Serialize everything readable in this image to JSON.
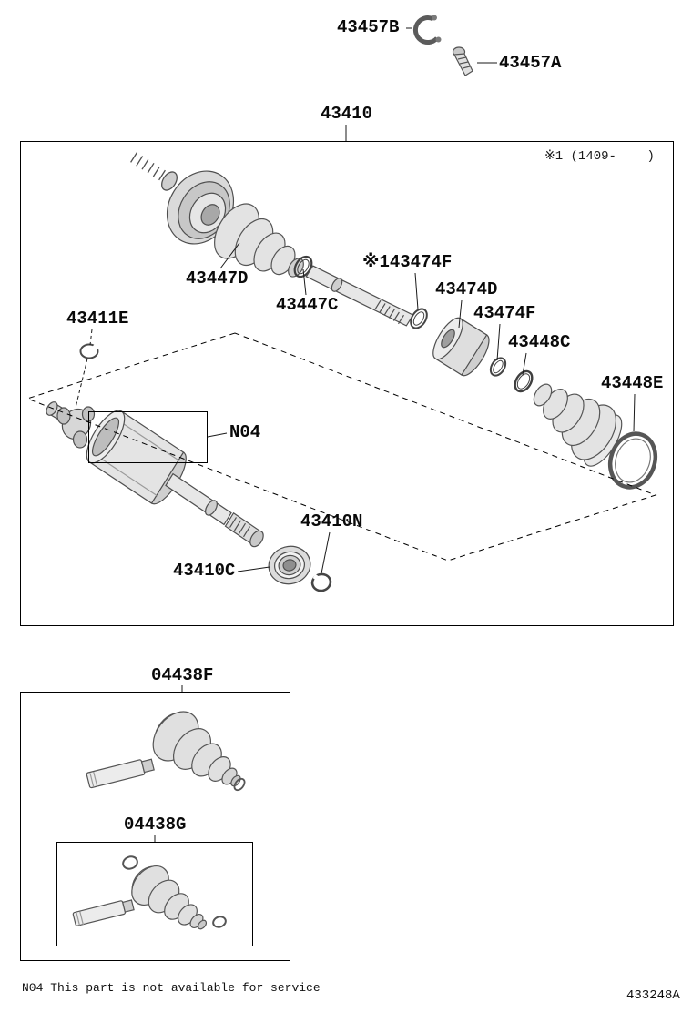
{
  "top_parts": {
    "clip": "43457B",
    "screw": "43457A"
  },
  "main_box": {
    "title": "43410",
    "variant_note": "※1 (1409-    )",
    "callouts": {
      "outer_boot": "43447D",
      "outer_boot_clamp": "43447C",
      "damper_clamp_front": "※143474F",
      "damper": "43474D",
      "damper_clamp_rear": "43474F",
      "inner_boot_clamp": "43448C",
      "inner_boot": "43448E",
      "shaft_snap_ring": "43411E",
      "inner_joint": "N04",
      "bearing_snap_ring": "43410N",
      "center_bearing": "43410C"
    }
  },
  "kit_boxes": {
    "outer_kit": "04438F",
    "inner_kit": "04438G"
  },
  "footer": {
    "service_note": "N04 This part is not available for service",
    "drawing_code": "433248A"
  }
}
